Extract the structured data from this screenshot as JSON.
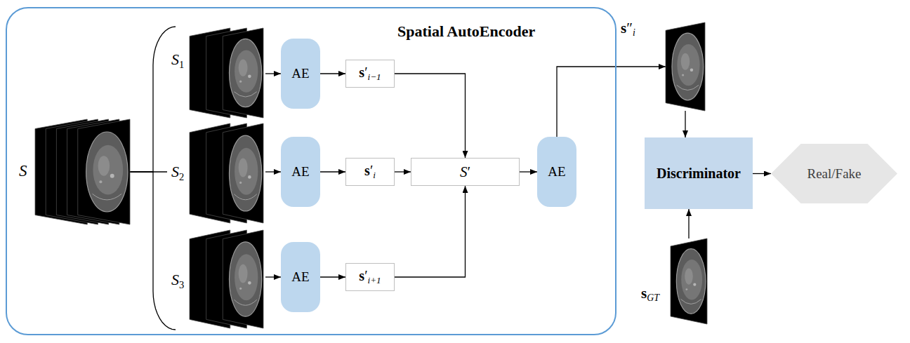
{
  "diagram": {
    "nodes": [
      {
        "text": [
          "Spatial AutoEncoder"
        ]
      },
      {
        "text": [
          "S"
        ],
        "in": 0
      },
      {
        "text": [
          "S1"
        ],
        "in": 0
      },
      {
        "text": [
          "AE"
        ],
        "in": 0
      },
      {
        "text": [
          "s′i−1"
        ],
        "in": 0
      },
      {
        "text": [
          "S2"
        ],
        "in": 0
      },
      {
        "text": [
          "AE"
        ],
        "in": 0
      },
      {
        "text": [
          "s′i"
        ],
        "in": 0
      },
      {
        "text": [
          "S′"
        ],
        "in": 0
      },
      {
        "text": [
          "AE"
        ],
        "in": 0
      },
      {
        "text": [
          "S3"
        ],
        "in": 0
      },
      {
        "text": [
          "AE"
        ],
        "in": 0
      },
      {
        "text": [
          "s′i+1"
        ],
        "in": 0
      },
      {
        "text": [
          "s″i"
        ]
      },
      {
        "text": [
          "Discriminator"
        ]
      },
      {
        "text": [
          "Real/Fake"
        ]
      },
      {
        "text": [
          "sGT"
        ]
      }
    ],
    "edges": [
      {
        "from": 1,
        "to": 2,
        "arrow": "none"
      },
      {
        "from": 1,
        "to": 5,
        "arrow": "none"
      },
      {
        "from": 1,
        "to": 10,
        "arrow": "none"
      },
      {
        "from": 2,
        "to": 3,
        "arrow": "to"
      },
      {
        "from": 3,
        "to": 4,
        "arrow": "to"
      },
      {
        "from": 5,
        "to": 6,
        "arrow": "to"
      },
      {
        "from": 6,
        "to": 7,
        "arrow": "to"
      },
      {
        "from": 10,
        "to": 11,
        "arrow": "to"
      },
      {
        "from": 11,
        "to": 12,
        "arrow": "to"
      },
      {
        "from": 4,
        "to": 8,
        "arrow": "to"
      },
      {
        "from": 7,
        "to": 8,
        "arrow": "to"
      },
      {
        "from": 12,
        "to": 8,
        "arrow": "to"
      },
      {
        "from": 8,
        "to": 9,
        "arrow": "to"
      },
      {
        "from": 9,
        "to": 13,
        "arrow": "to"
      },
      {
        "from": 13,
        "to": 14,
        "arrow": "to"
      },
      {
        "from": 16,
        "to": 14,
        "arrow": "to"
      },
      {
        "from": 14,
        "to": 15,
        "arrow": "to"
      }
    ]
  }
}
